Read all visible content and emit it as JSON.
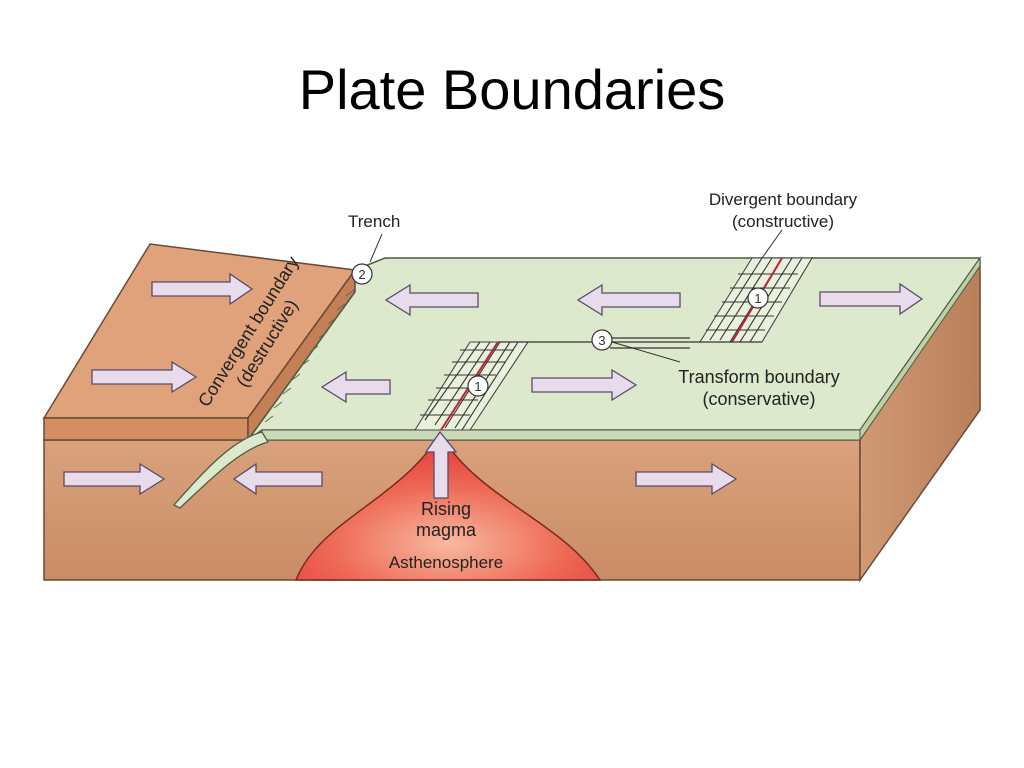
{
  "title": "Plate Boundaries",
  "labels": {
    "trench": "Trench",
    "divergent_line1": "Divergent boundary",
    "divergent_line2": "(constructive)",
    "convergent_line1": "Convergent boundary",
    "convergent_line2": "(destructive)",
    "transform_line1": "Transform boundary",
    "transform_line2": "(conservative)",
    "rising_line1": "Rising",
    "rising_line2": "magma",
    "asthenosphere": "Asthenosphere"
  },
  "markers": {
    "convergent": "2",
    "divergent_top": "1",
    "divergent_front": "1",
    "transform": "3"
  },
  "colors": {
    "oceanic_plate": "#dde9cc",
    "continental_plate": "#d8956c",
    "mantle": "#cf9a76",
    "magma": "#e83c3c",
    "arrow_fill": "#e8dcec",
    "arrow_stroke": "#5a4a6a"
  }
}
